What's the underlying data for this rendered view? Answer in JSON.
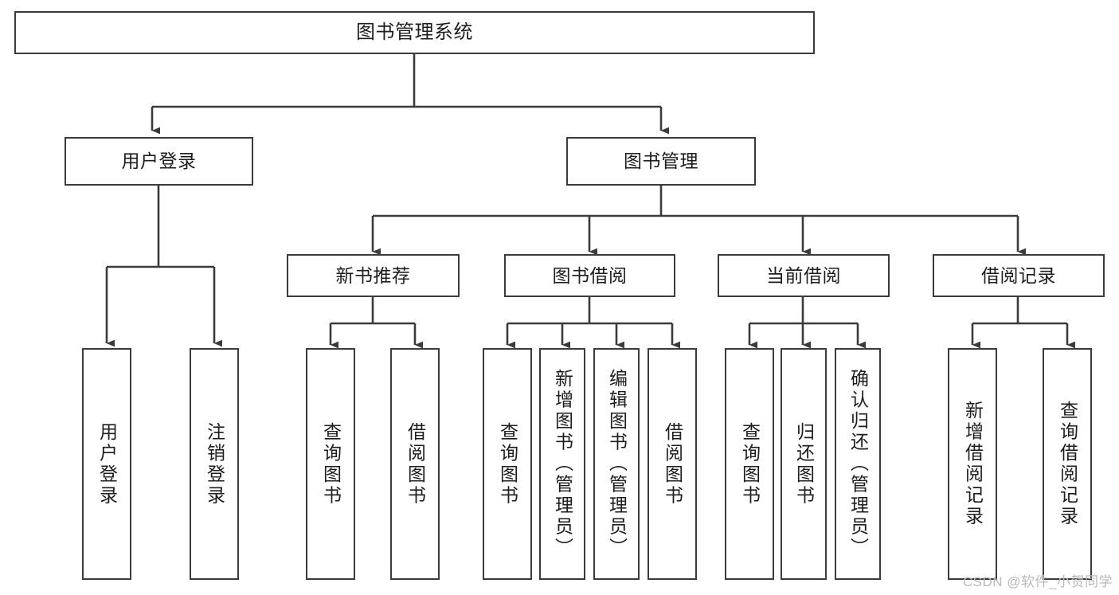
{
  "diagram": {
    "title": "图书管理系统",
    "type": "tree-hierarchy-chart",
    "orientation": "top-down",
    "colors": {
      "box_border": "#3b3b3b",
      "box_fill": "#ffffff",
      "edge": "#3b3b3b",
      "text": "#1d1d1d",
      "watermark": "#b9b9b9",
      "background": "#ffffff"
    },
    "watermark": "CSDN @软件_小贺同学"
  },
  "nodes": {
    "root": {
      "label": "图书管理系统"
    },
    "level2": [
      {
        "id": "user-login",
        "label": "用户登录"
      },
      {
        "id": "book-management",
        "label": "图书管理"
      }
    ],
    "level3": [
      {
        "id": "new-book-recommend",
        "label": "新书推荐"
      },
      {
        "id": "book-borrow",
        "label": "图书借阅"
      },
      {
        "id": "current-borrow",
        "label": "当前借阅"
      },
      {
        "id": "borrow-record",
        "label": "借阅记录"
      }
    ],
    "leaves": {
      "user_login": [
        {
          "id": "leaf-user-login",
          "label": "用户登录"
        },
        {
          "id": "leaf-logout-login",
          "label": "注销登录"
        }
      ],
      "new_book_recommend": [
        {
          "id": "leaf-query-book-1",
          "label": "查询图书"
        },
        {
          "id": "leaf-borrow-book-1",
          "label": "借阅图书"
        }
      ],
      "book_borrow": [
        {
          "id": "leaf-query-book-2",
          "label": "查询图书"
        },
        {
          "id": "leaf-add-book-admin",
          "label": "新增图书（管理员）"
        },
        {
          "id": "leaf-edit-book-admin",
          "label": "编辑图书（管理员）"
        },
        {
          "id": "leaf-borrow-book-2",
          "label": "借阅图书"
        }
      ],
      "current_borrow": [
        {
          "id": "leaf-query-book-3",
          "label": "查询图书"
        },
        {
          "id": "leaf-return-book",
          "label": "归还图书"
        },
        {
          "id": "leaf-confirm-return-admin",
          "label": "确认归还（管理员）"
        }
      ],
      "borrow_record": [
        {
          "id": "leaf-add-borrow-record",
          "label": "新增借阅记录"
        },
        {
          "id": "leaf-query-borrow-record",
          "label": "查询借阅记录"
        }
      ]
    }
  }
}
